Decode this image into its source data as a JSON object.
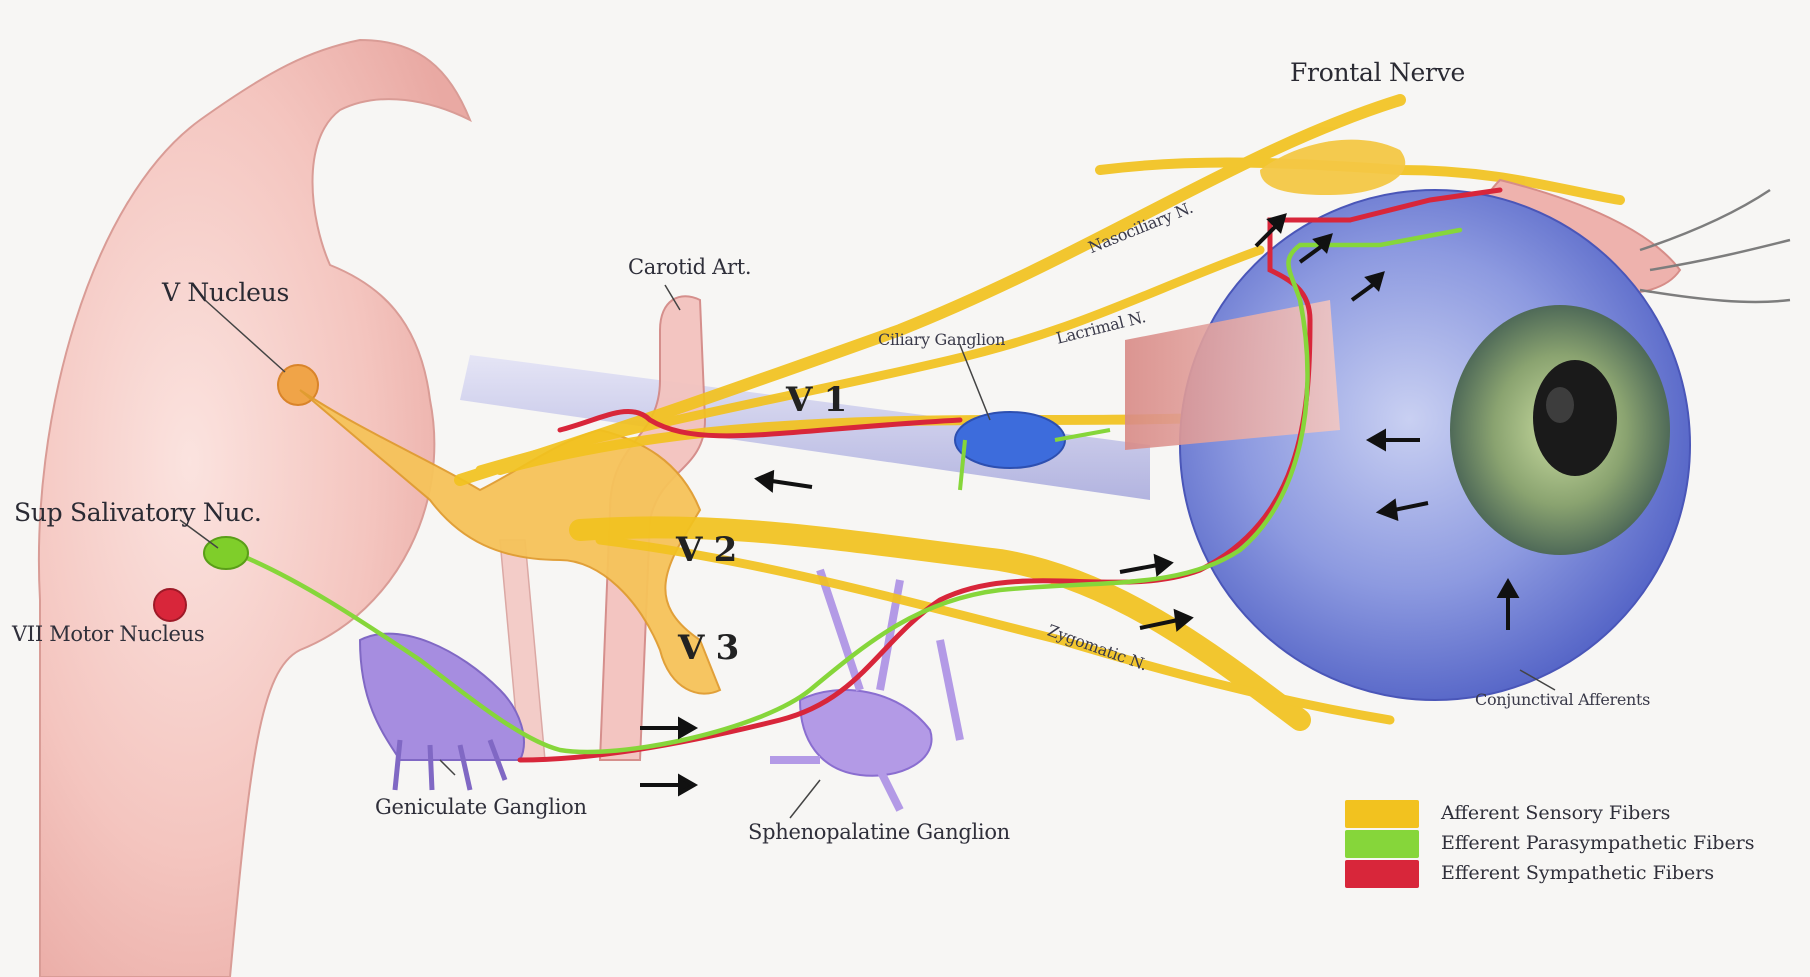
{
  "labels": {
    "frontal_nerve": "Frontal Nerve",
    "carotid_art": "Carotid Art.",
    "v_nucleus": "V Nucleus",
    "sup_salivatory_nuc": "Sup Salivatory Nuc.",
    "vii_motor_nucleus": "VII Motor Nucleus",
    "ciliary_ganglion": "Ciliary Ganglion",
    "lacrimal_n": "Lacrimal N.",
    "nasociliary_n": "Nasociliary N.",
    "zygomatic_n": "Zygomatic N.",
    "geniculate_ganglion": "Geniculate Ganglion",
    "sphenopalatine_ganglion": "Sphenopalatine Ganglion",
    "conjunctival_afferents": "Conjunctival Afferents",
    "v1": "V 1",
    "v2": "V 2",
    "v3": "V 3"
  },
  "legend": [
    {
      "label": "Afferent Sensory Fibers",
      "color": "#f2c21f"
    },
    {
      "label": "Efferent Parasympathetic Fibers",
      "color": "#86d63a"
    },
    {
      "label": "Efferent Sympathetic Fibers",
      "color": "#d8263a"
    }
  ],
  "colors": {
    "afferent_sensory": "#f2c21f",
    "efferent_parasympathetic": "#86d63a",
    "efferent_sympathetic": "#d8263a",
    "brainstem": "#f3c2bd",
    "eye_sclera": "#6f7fd6"
  }
}
